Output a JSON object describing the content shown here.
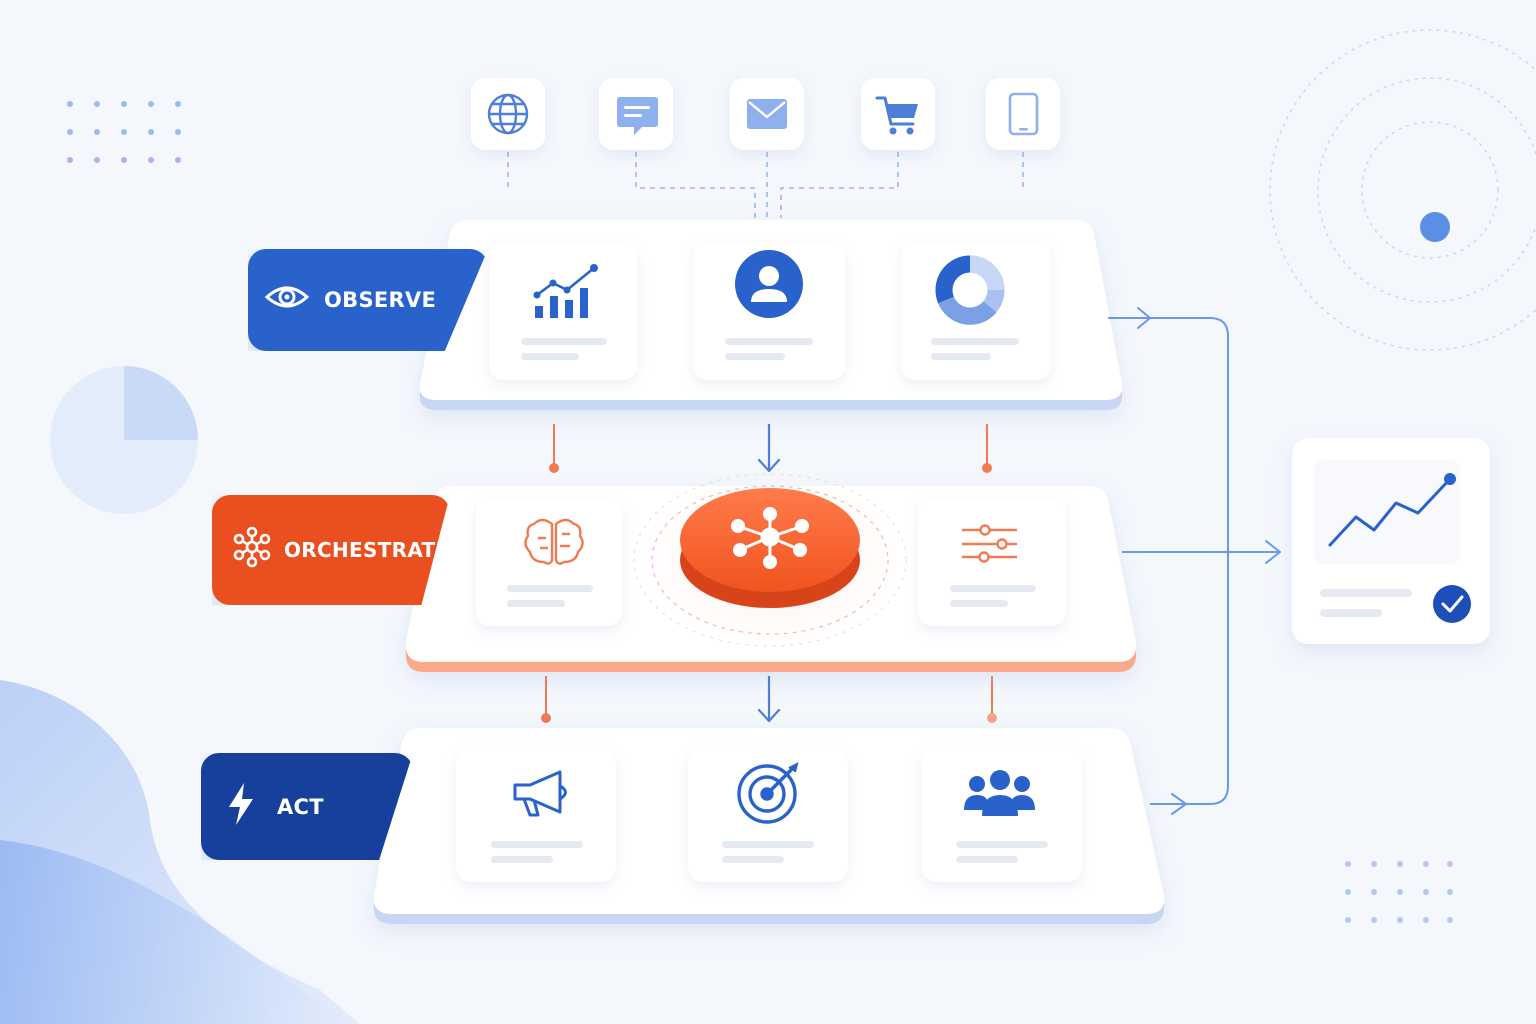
{
  "colors": {
    "blue": "#2a62cc",
    "light_blue": "#5b8fe6",
    "navy": "#16409c",
    "orange": "#ea5528",
    "orange_light": "#ff7a4d",
    "background": "#f4f7fc",
    "card": "#ffffff"
  },
  "stages": {
    "observe": {
      "label": "OBSERVE",
      "icon": "eye-icon",
      "color": "#2a62cc"
    },
    "orchestrate": {
      "label": "ORCHESTRATE",
      "icon": "network-icon",
      "color": "#ea5528"
    },
    "act": {
      "label": "ACT",
      "icon": "lightning-icon",
      "color": "#16409c"
    }
  },
  "sources": [
    {
      "icon": "globe-icon"
    },
    {
      "icon": "chat-icon"
    },
    {
      "icon": "mail-icon"
    },
    {
      "icon": "cart-icon"
    },
    {
      "icon": "mobile-icon"
    }
  ],
  "observe_cards": [
    {
      "icon": "bar-chart-icon"
    },
    {
      "icon": "user-profile-icon"
    },
    {
      "icon": "donut-chart-icon"
    }
  ],
  "orchestrate_cards": [
    {
      "icon": "brain-icon"
    },
    {
      "icon": "hub-network-icon"
    },
    {
      "icon": "sliders-icon"
    }
  ],
  "act_cards": [
    {
      "icon": "megaphone-icon"
    },
    {
      "icon": "target-icon"
    },
    {
      "icon": "team-icon"
    }
  ],
  "result": {
    "icon": "trend-line-icon",
    "status_icon": "check-icon"
  }
}
